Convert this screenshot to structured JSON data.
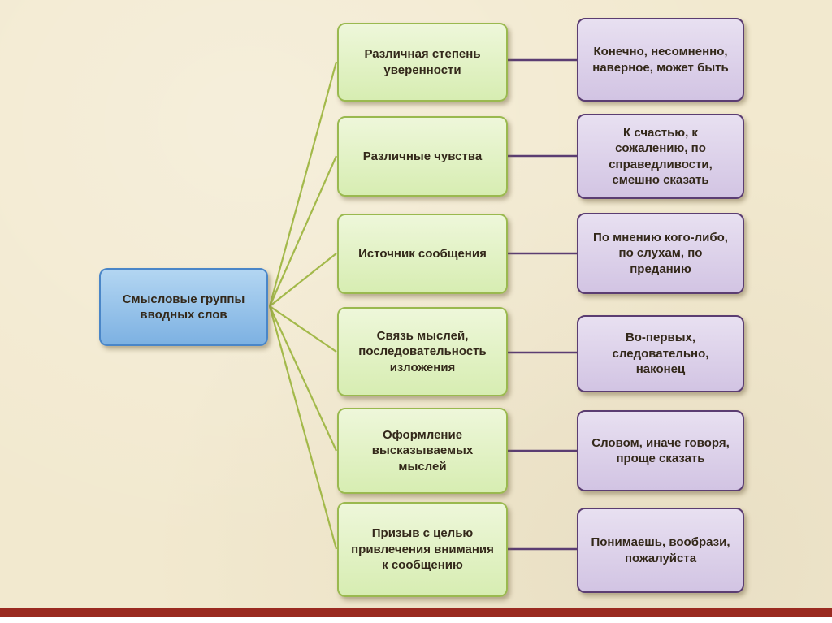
{
  "title": "Смысловые группы вводных слов",
  "colors": {
    "background": "#f2e9cf",
    "bottom_bar": "#9a2a20",
    "center_fill": "#7db1e2",
    "center_border": "#4a86c8",
    "group_fill": "#d7edb2",
    "group_border": "#9ab94f",
    "examples_fill": "#d2c4e3",
    "examples_border": "#5b3d72",
    "fan_line": "#a3b94a",
    "connector_line": "#5b3d72",
    "text": "#33281a"
  },
  "chart_type": "mind-map",
  "rows": [
    {
      "group": "Различная степень уверенности",
      "examples": "Конечно, несомненно, наверное, может быть"
    },
    {
      "group": "Различные чувства",
      "examples": "К счастью, к сожалению, по справедливости, смешно сказать"
    },
    {
      "group": "Источник сообщения",
      "examples": "По мнению кого-либо, по слухам, по преданию"
    },
    {
      "group": "Связь мыслей, последовательность изложения",
      "examples": "Во-первых, следовательно, наконец"
    },
    {
      "group": "Оформление высказываемых мыслей",
      "examples": "Словом, иначе говоря, проще сказать"
    },
    {
      "group": "Призыв с целью привлечения внимания к сообщению",
      "examples": "Понимаешь, вообрази, пожалуйста"
    }
  ]
}
